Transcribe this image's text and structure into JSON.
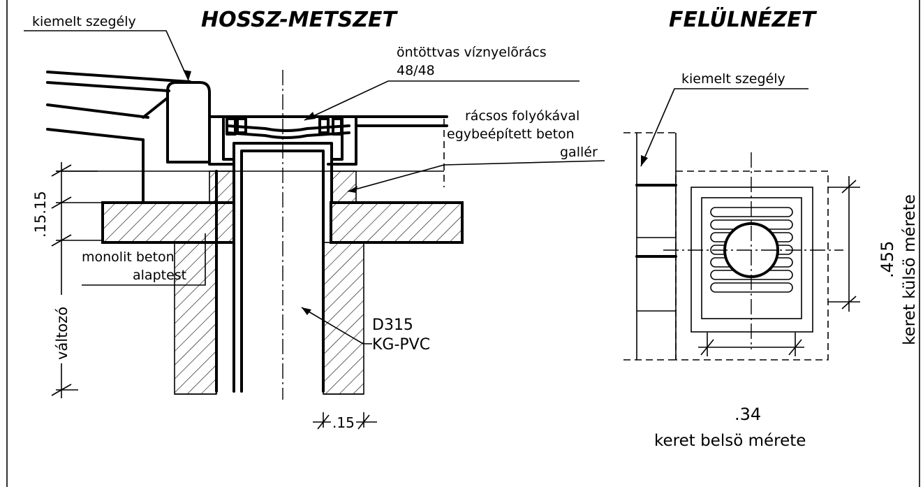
{
  "titles": {
    "section": "HOSSZ-METSZET",
    "plan": "FELÜLNÉZET"
  },
  "section_labels": {
    "curb": "kiemelt szegély",
    "grate_line1": "öntöttvas víznyelõrács",
    "grate_line2": "48/48",
    "collar_line1": "rácsos folyókával",
    "collar_line2": "egybeépített beton",
    "collar_line3": "gallér",
    "base_line1": "monolit beton",
    "base_line2": "alaptest",
    "pipe_line1": "D315",
    "pipe_line2": "KG-PVC"
  },
  "section_dimensions": {
    "vertical_top": ".15.15",
    "vertical_variable": "változó",
    "wall_thickness": ".15"
  },
  "plan_labels": {
    "curb": "kiemelt szegély",
    "outer_value": ".455",
    "outer_caption": "keret külsö mérete",
    "inner_value": ".34",
    "inner_caption": "keret belsö mérete"
  }
}
